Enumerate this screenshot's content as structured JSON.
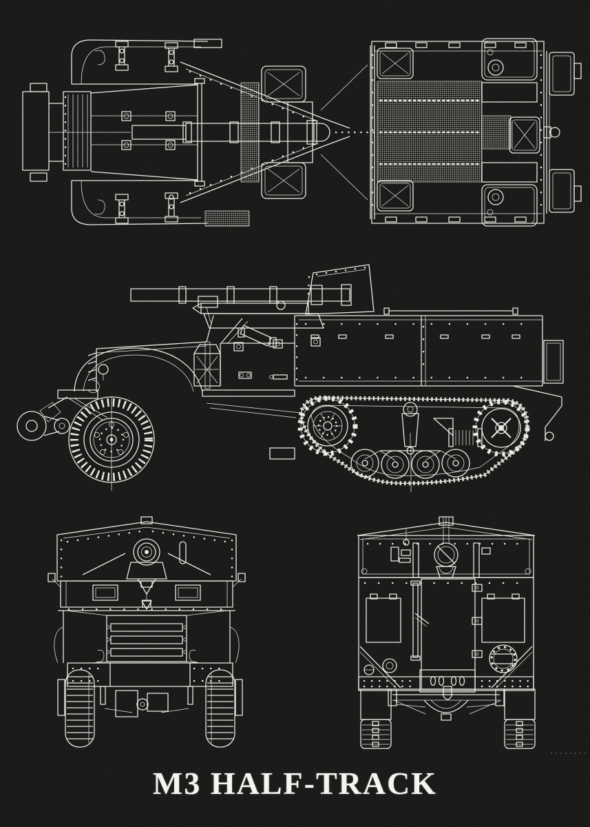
{
  "poster": {
    "title": "M3 HALF-TRACK",
    "colors": {
      "background": "#0a0a09",
      "line": "#e9e9e4",
      "title_text": "#f4f4f1",
      "mesh_panel": "#d8d8d2"
    },
    "views": [
      {
        "id": "top-view",
        "label": "M3 half-track top plan view"
      },
      {
        "id": "side-view",
        "label": "M3 half-track left side view"
      },
      {
        "id": "front-view",
        "label": "M3 half-track front view"
      },
      {
        "id": "rear-view",
        "label": "M3 half-track rear view"
      }
    ]
  }
}
